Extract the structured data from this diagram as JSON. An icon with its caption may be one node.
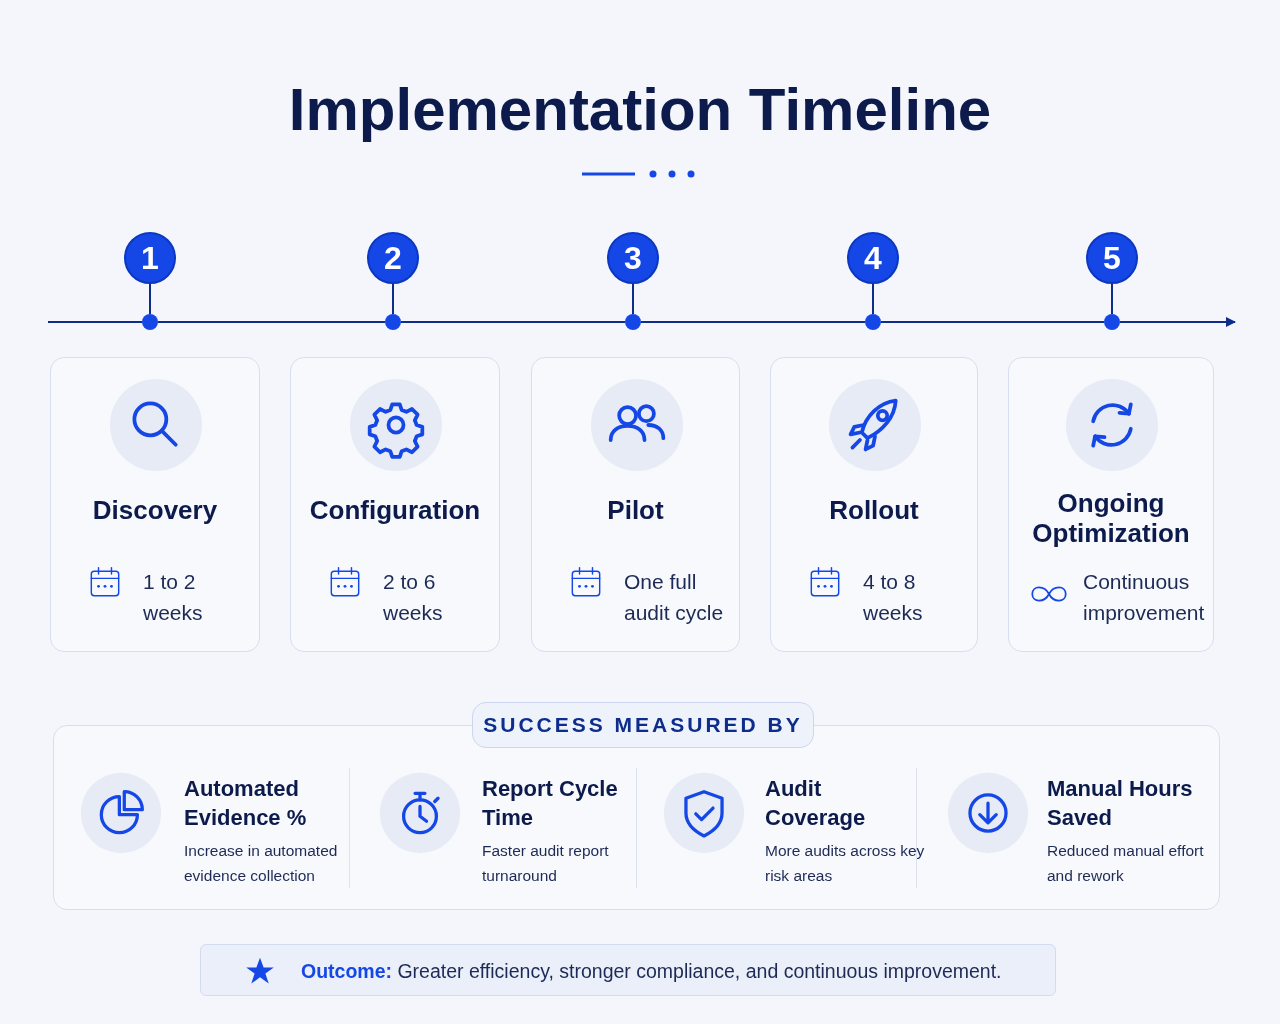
{
  "diagram": {
    "title": "Implementation Timeline",
    "nodes": [
      {
        "text": [
          "1"
        ]
      },
      {
        "text": [
          "2"
        ]
      },
      {
        "text": [
          "3"
        ]
      },
      {
        "text": [
          "4"
        ]
      },
      {
        "text": [
          "5"
        ]
      },
      {
        "text": [],
        "shape": "circle"
      },
      {
        "text": [],
        "shape": "circle"
      },
      {
        "text": [],
        "shape": "circle"
      },
      {
        "text": [],
        "shape": "circle"
      },
      {
        "text": [],
        "shape": "circle"
      },
      {
        "text": [
          "Discovery",
          "1 to 2 weeks"
        ]
      },
      {
        "text": [
          "Configuration",
          "2 to 6 weeks"
        ]
      },
      {
        "text": [
          "Pilot",
          "One full audit cycle"
        ]
      },
      {
        "text": [
          "Rollout",
          "4 to 8 weeks"
        ]
      },
      {
        "text": [
          "Ongoing Optimization",
          "Continuous improvement"
        ]
      },
      {
        "text": [
          "SUCCESS MEASURED BY"
        ]
      },
      {
        "text": [
          "Automated Evidence %",
          "Increase in automated evidence collection"
        ],
        "in": 15
      },
      {
        "text": [
          "Report Cycle Time",
          "Faster audit report turnaround"
        ],
        "in": 15
      },
      {
        "text": [
          "Audit Coverage",
          "More audits across key risk areas"
        ],
        "in": 15
      },
      {
        "text": [
          "Manual Hours Saved",
          "Reduced manual effort and rework"
        ],
        "in": 15
      },
      {
        "text": [
          "**Outcome:** Greater efficiency, stronger compliance, and continuous improvement."
        ]
      }
    ],
    "edges": [
      {
        "from": 0,
        "to": 5,
        "arrow": "none"
      },
      {
        "from": 1,
        "to": 6,
        "arrow": "none"
      },
      {
        "from": 2,
        "to": 7,
        "arrow": "none"
      },
      {
        "from": 3,
        "to": 8,
        "arrow": "none"
      },
      {
        "from": 4,
        "to": 9,
        "arrow": "none"
      },
      {
        "from": null,
        "to": 5,
        "arrow": "none"
      },
      {
        "from": 5,
        "to": 6,
        "arrow": "none"
      },
      {
        "from": 6,
        "to": 7,
        "arrow": "none"
      },
      {
        "from": 7,
        "to": 8,
        "arrow": "none"
      },
      {
        "from": 8,
        "to": 9,
        "arrow": "none"
      },
      {
        "from": 9,
        "to": null,
        "arrow": "to"
      }
    ]
  }
}
